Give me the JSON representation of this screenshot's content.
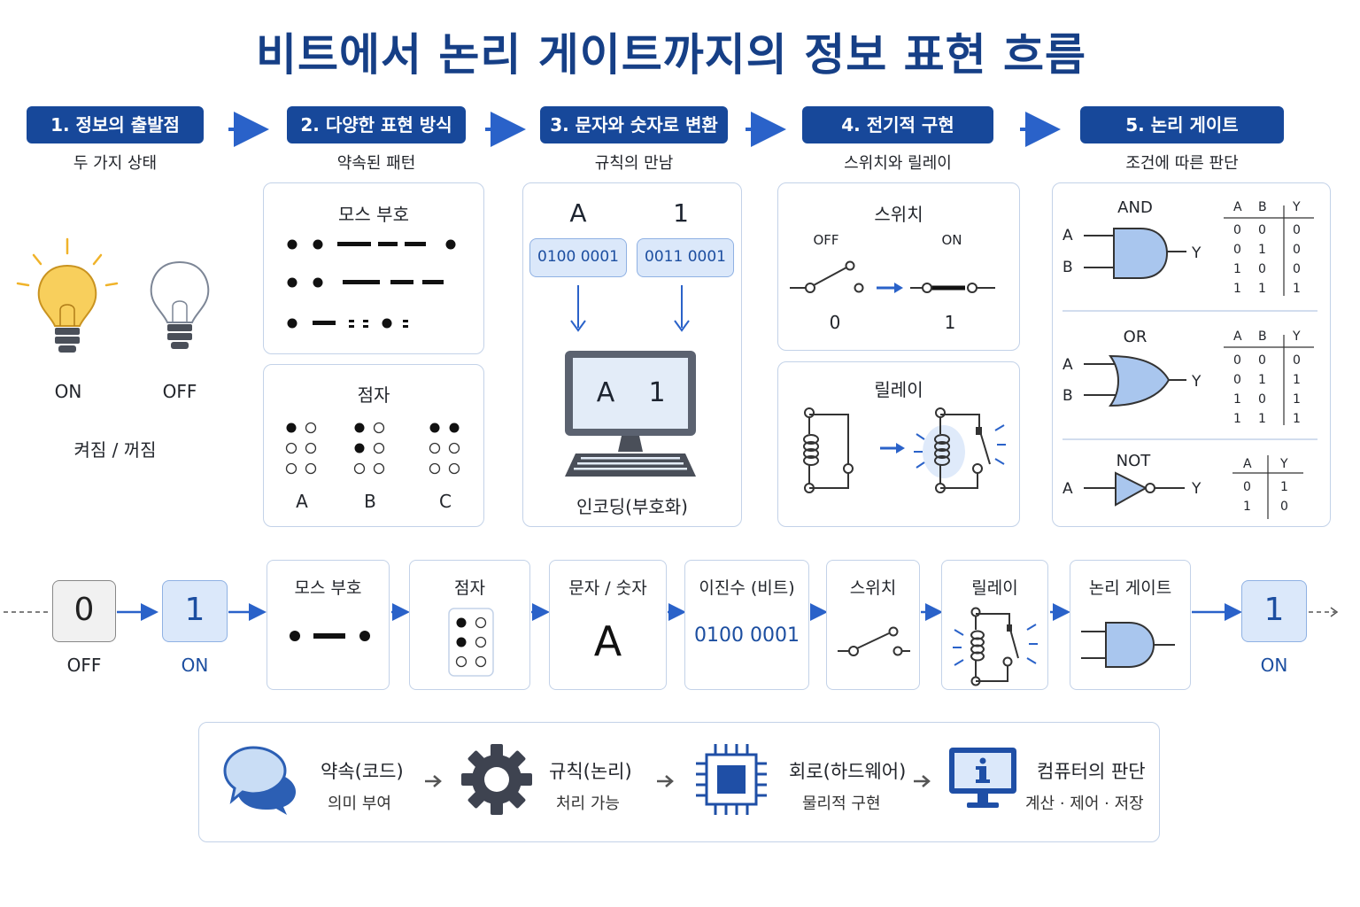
{
  "title": "비트에서 논리 게이트까지의 정보 표현 흐름",
  "steps": [
    {
      "label": "1. 정보의 출발점",
      "sub": "두 가지 상태"
    },
    {
      "label": "2. 다양한 표현 방식",
      "sub": "약속된 패턴"
    },
    {
      "label": "3. 문자와 숫자로 변환",
      "sub": "규칙의 만남"
    },
    {
      "label": "4. 전기적 구현",
      "sub": "스위치와 릴레이"
    },
    {
      "label": "5. 논리 게이트",
      "sub": "조건에 따른 판단"
    }
  ],
  "bulbs": {
    "on": "ON",
    "off": "OFF",
    "caption": "켜짐 / 꺼짐"
  },
  "morse": {
    "title": "모스 부호"
  },
  "braille": {
    "title": "점자",
    "letters": [
      "A",
      "B",
      "C"
    ]
  },
  "encoding": {
    "char_a": "A",
    "char_1": "1",
    "code_a": "0100 0001",
    "code_1": "0011 0001",
    "screen_a": "A",
    "screen_1": "1",
    "caption": "인코딩(부호화)"
  },
  "switch": {
    "title": "스위치",
    "off": "OFF",
    "on": "ON",
    "zero": "0",
    "one": "1"
  },
  "relay": {
    "title": "릴레이"
  },
  "gates": {
    "headers": {
      "a": "A",
      "b": "B",
      "y": "Y"
    },
    "and": {
      "name": "AND",
      "rows": [
        [
          "0",
          "0",
          "0"
        ],
        [
          "0",
          "1",
          "0"
        ],
        [
          "1",
          "0",
          "0"
        ],
        [
          "1",
          "1",
          "1"
        ]
      ]
    },
    "or": {
      "name": "OR",
      "rows": [
        [
          "0",
          "0",
          "0"
        ],
        [
          "0",
          "1",
          "1"
        ],
        [
          "1",
          "0",
          "1"
        ],
        [
          "1",
          "1",
          "1"
        ]
      ]
    },
    "not": {
      "name": "NOT",
      "rows": [
        [
          "0",
          "1"
        ],
        [
          "1",
          "0"
        ]
      ]
    }
  },
  "flow": {
    "bit0": "0",
    "bit0_label": "OFF",
    "bit1": "1",
    "bit1_label": "ON",
    "morse": "모스 부호",
    "braille": "점자",
    "chars": "문자 / 숫자",
    "chars_value": "A",
    "binary": "이진수 (비트)",
    "binary_value": "0100 0001",
    "switch": "스위치",
    "relay": "릴레이",
    "gate": "논리 게이트",
    "out": "1",
    "out_label": "ON"
  },
  "summary": [
    {
      "icon": "speech-bubble-icon",
      "title": "약속(코드)",
      "sub": "의미 부여"
    },
    {
      "icon": "gear-icon",
      "title": "규칙(논리)",
      "sub": "처리 가능"
    },
    {
      "icon": "chip-icon",
      "title": "회로(하드웨어)",
      "sub": "물리적 구현"
    },
    {
      "icon": "computer-info-icon",
      "title": "컴퓨터의 판단",
      "sub": "계산 · 제어 · 저장"
    }
  ],
  "colors": {
    "primary": "#17489a",
    "accent": "#2a62c9",
    "light_blue": "#dbe8fa",
    "border": "#c3d2e8",
    "bulb_glow": "#f5c23b"
  }
}
